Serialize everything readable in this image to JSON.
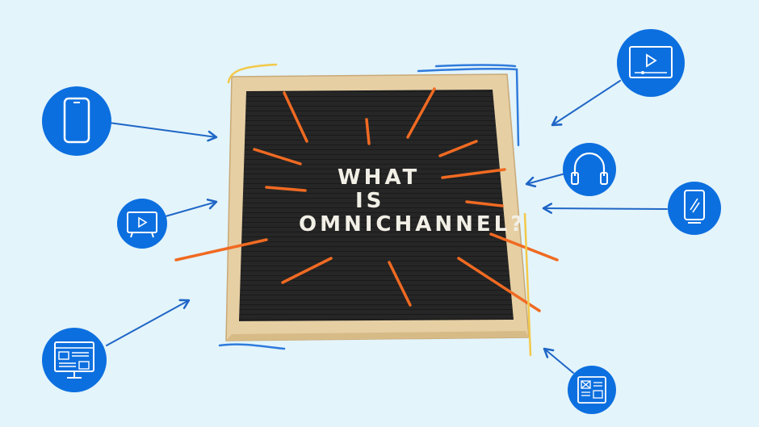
{
  "board": {
    "line1": "WHAT",
    "line2": "IS",
    "line3": "OMNICHANNEL?"
  },
  "colors": {
    "background": "#e3f4fb",
    "icon_circle": "#0c6fdf",
    "arrow": "#1f66c6",
    "burst": "#f06a22",
    "frame": "#e6cfa3",
    "board": "#262626",
    "scribble_yellow": "#f3c84a",
    "scribble_blue": "#2f7bdc"
  },
  "icons": [
    "smartphone-icon",
    "tv-play-icon",
    "desktop-website-icon",
    "video-player-icon",
    "headphones-icon",
    "tablet-icon",
    "newsletter-icon"
  ]
}
